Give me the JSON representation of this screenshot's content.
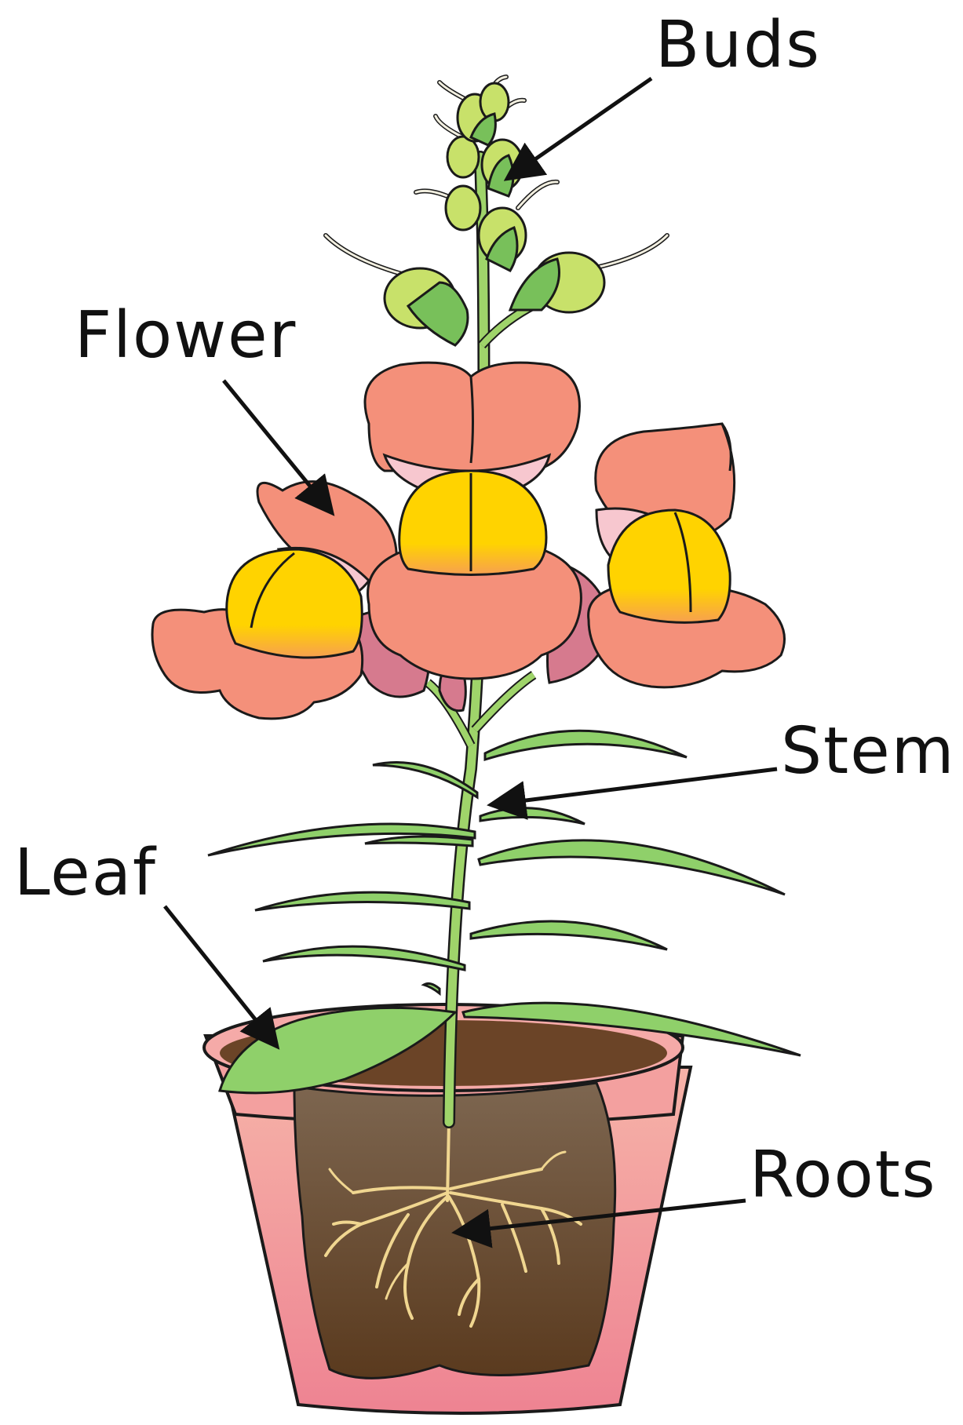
{
  "labels": {
    "buds": "Buds",
    "flower": "Flower",
    "stem": "Stem",
    "leaf": "Leaf",
    "roots": "Roots"
  },
  "colors": {
    "pot_rim": "#f4a3a3",
    "pot_body": "#f08f8f",
    "pot_dark": "#e0707a",
    "soil_top": "#6b4427",
    "soil_cut": "#6b4a30",
    "roots": "#f0d690",
    "stem": "#9fd46a",
    "leaf": "#8fd06a",
    "bud": "#c8e16a",
    "petal": "#f4907a",
    "petal_pink": "#f7c7cf",
    "lip_yellow": "#ffd300",
    "calyx": "#d67a8e",
    "outline": "#1a1a1a"
  }
}
